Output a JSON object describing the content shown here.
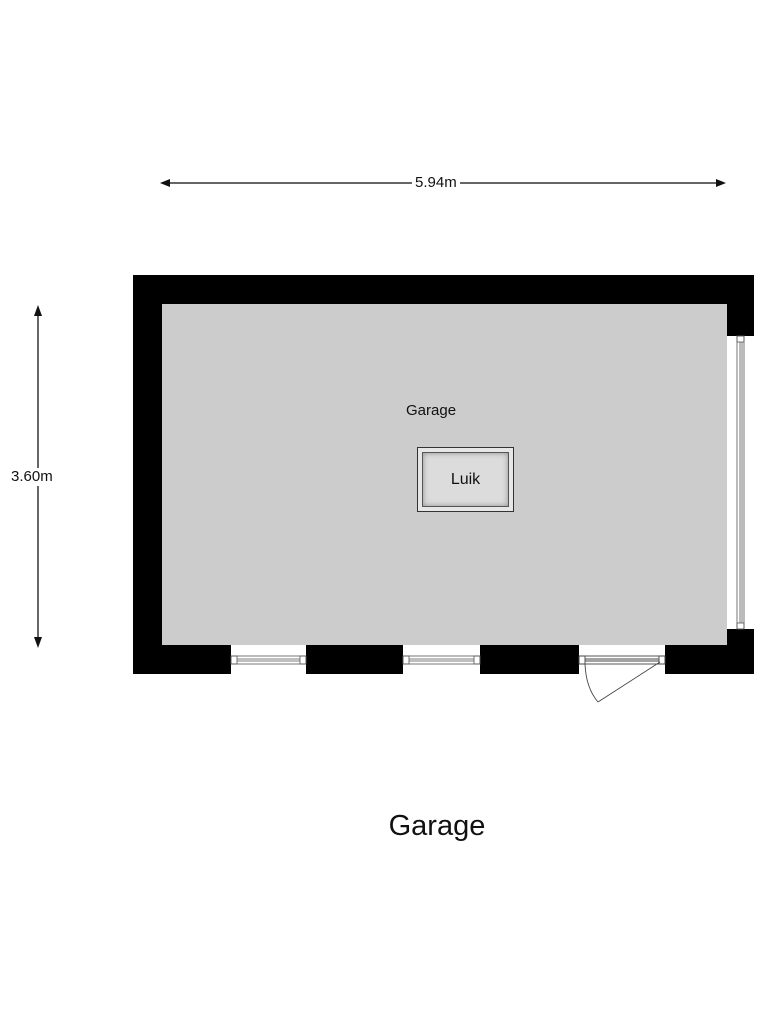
{
  "plan": {
    "title": "Garage",
    "room": {
      "name": "Garage",
      "fill_color": "#cccccc",
      "wall_color": "#000000"
    },
    "hatch": {
      "label": "Luik"
    },
    "dimensions": {
      "width": "5.94m",
      "height": "3.60m"
    },
    "openings": [
      {
        "type": "window",
        "wall": "bottom",
        "index": 1
      },
      {
        "type": "window",
        "wall": "bottom",
        "index": 2
      },
      {
        "type": "door",
        "wall": "bottom",
        "index": 3
      },
      {
        "type": "window",
        "wall": "right",
        "index": 1
      }
    ]
  }
}
